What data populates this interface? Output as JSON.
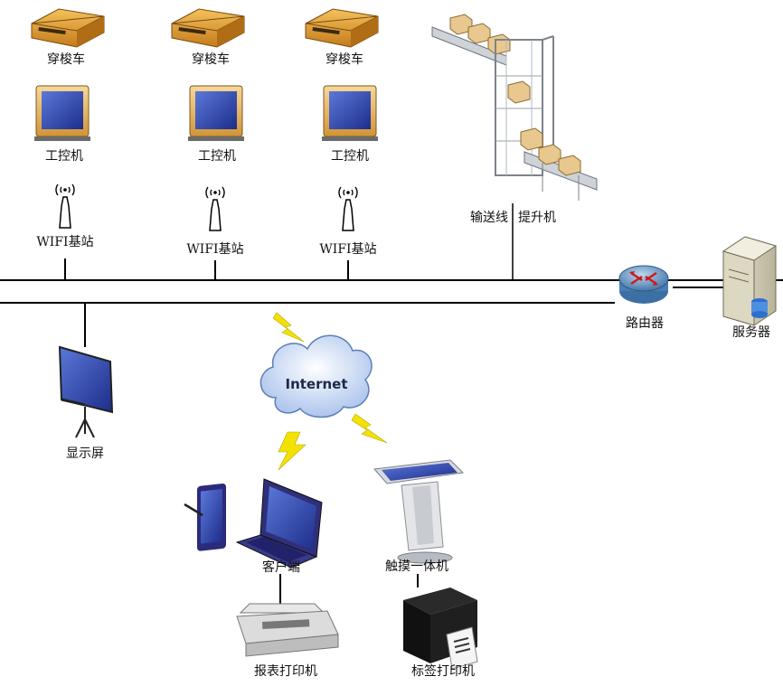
{
  "labels": {
    "shuttle_1": "穿梭车",
    "shuttle_2": "穿梭车",
    "shuttle_3": "穿梭车",
    "ipc_1": "工控机",
    "ipc_2": "工控机",
    "ipc_3": "工控机",
    "wifi_1": "WIFI基站",
    "wifi_2": "WIFI基站",
    "wifi_3": "WIFI基站",
    "conveyor": "输送线",
    "lifter": "提升机",
    "router": "路由器",
    "server": "服务器",
    "display": "显示屏",
    "internet": "Internet",
    "client": "客户端",
    "kiosk": "触摸一体机",
    "report_printer": "报表打印机",
    "label_printer": "标签打印机"
  },
  "colors": {
    "line": "#000000",
    "lightning": "#f3e200",
    "shuttle_body": "#e9a53a",
    "screen_blue": "#2a3fae",
    "cloud": "#c9d9f5",
    "router": "#5f8fbf"
  }
}
